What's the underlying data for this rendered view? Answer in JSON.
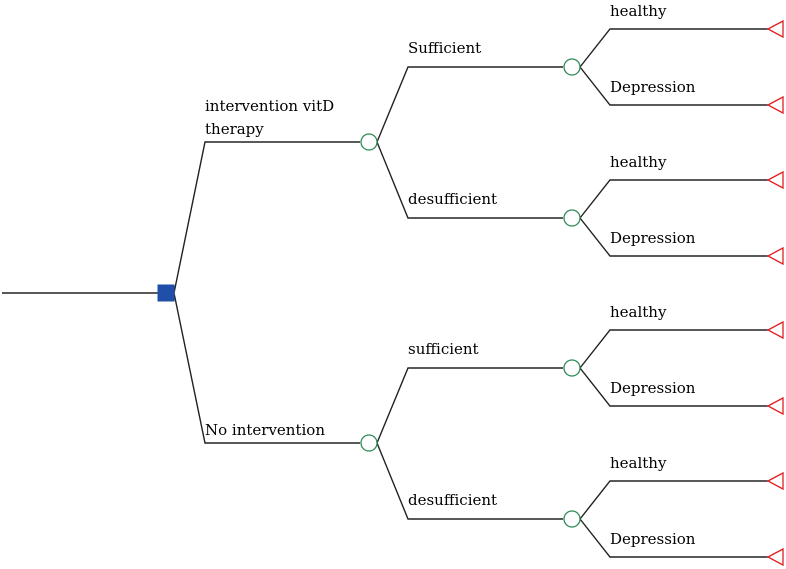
{
  "colors": {
    "line": "#222222",
    "decision_fill": "#1f4fa8",
    "chance_stroke": "#2e8b57",
    "terminal_stroke": "#e02020"
  },
  "tree": {
    "root": {
      "type": "decision",
      "icon": "decision-square-icon",
      "branches": [
        {
          "label_lines": [
            "intervention vitD",
            "therapy"
          ],
          "node": {
            "type": "chance",
            "icon": "chance-circle-icon",
            "branches": [
              {
                "label": "Sufficient",
                "node": {
                  "type": "chance",
                  "icon": "chance-circle-icon",
                  "branches": [
                    {
                      "label": "healthy",
                      "terminal": "terminal-triangle-icon"
                    },
                    {
                      "label": "Depression",
                      "terminal": "terminal-triangle-icon"
                    }
                  ]
                }
              },
              {
                "label": "desufficient",
                "node": {
                  "type": "chance",
                  "icon": "chance-circle-icon",
                  "branches": [
                    {
                      "label": "healthy",
                      "terminal": "terminal-triangle-icon"
                    },
                    {
                      "label": "Depression",
                      "terminal": "terminal-triangle-icon"
                    }
                  ]
                }
              }
            ]
          }
        },
        {
          "label_lines": [
            "No intervention"
          ],
          "node": {
            "type": "chance",
            "icon": "chance-circle-icon",
            "branches": [
              {
                "label": "sufficient",
                "node": {
                  "type": "chance",
                  "icon": "chance-circle-icon",
                  "branches": [
                    {
                      "label": "healthy",
                      "terminal": "terminal-triangle-icon"
                    },
                    {
                      "label": "Depression",
                      "terminal": "terminal-triangle-icon"
                    }
                  ]
                }
              },
              {
                "label": "desufficient",
                "node": {
                  "type": "chance",
                  "icon": "chance-circle-icon",
                  "branches": [
                    {
                      "label": "healthy",
                      "terminal": "terminal-triangle-icon"
                    },
                    {
                      "label": "Depression",
                      "terminal": "terminal-triangle-icon"
                    }
                  ]
                }
              }
            ]
          }
        }
      ]
    }
  }
}
